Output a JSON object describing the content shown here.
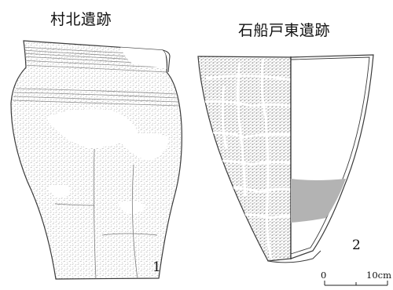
{
  "figures": [
    {
      "site_name": "村北遺跡",
      "number": "1"
    },
    {
      "site_name": "石船戸東遺跡",
      "number": "2"
    }
  ],
  "scale_bar": {
    "start_label": "0",
    "end_label": "10cm"
  },
  "colors": {
    "line": "#333333",
    "texture": "#9a9a9a",
    "fill": "#b3b3b3"
  }
}
